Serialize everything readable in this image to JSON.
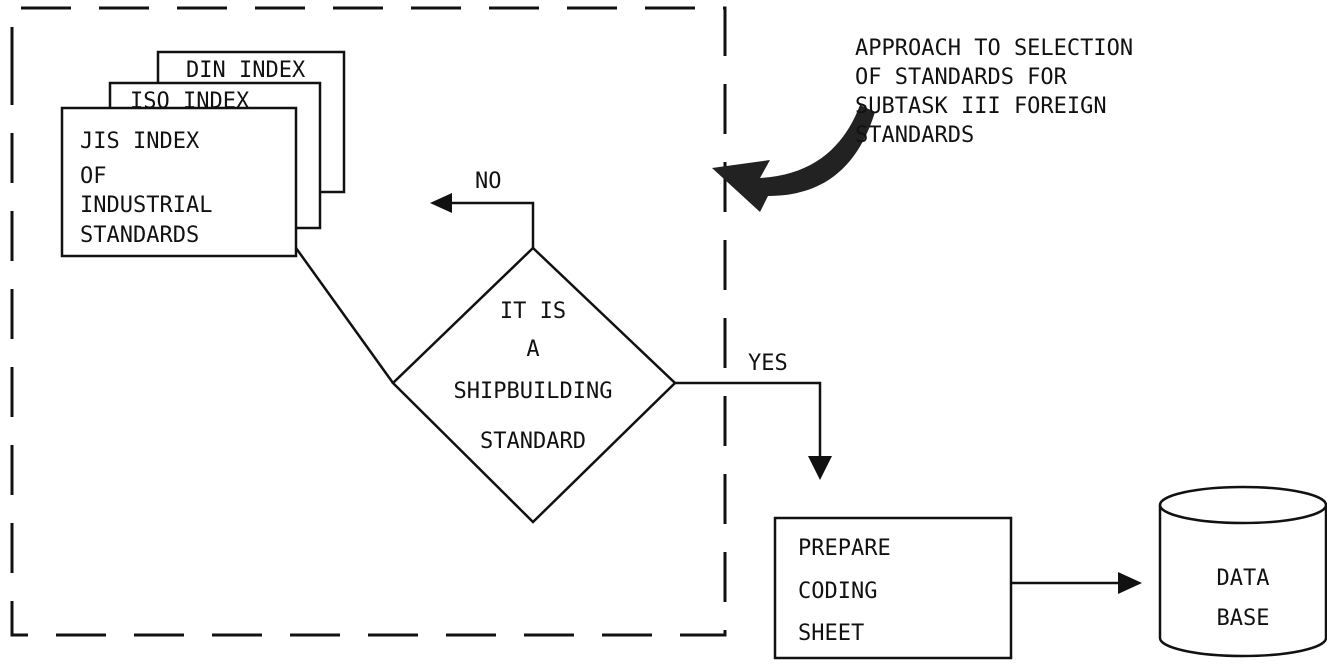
{
  "title_note": {
    "lines": [
      "APPROACH TO SELECTION",
      "OF STANDARDS FOR",
      "SUBTASK III FOREIGN",
      "STANDARDS"
    ]
  },
  "index_cards": {
    "din": "DIN INDEX",
    "iso": "ISO INDEX",
    "jis": [
      "JIS INDEX",
      "OF",
      "INDUSTRIAL",
      "STANDARDS"
    ]
  },
  "decision": {
    "lines": [
      "IT IS",
      "A",
      "SHIPBUILDING",
      "STANDARD"
    ],
    "no_label": "NO",
    "yes_label": "YES"
  },
  "process": {
    "lines": [
      "PREPARE",
      "CODING",
      "SHEET"
    ]
  },
  "database": {
    "lines": [
      "DATA",
      "BASE"
    ]
  }
}
